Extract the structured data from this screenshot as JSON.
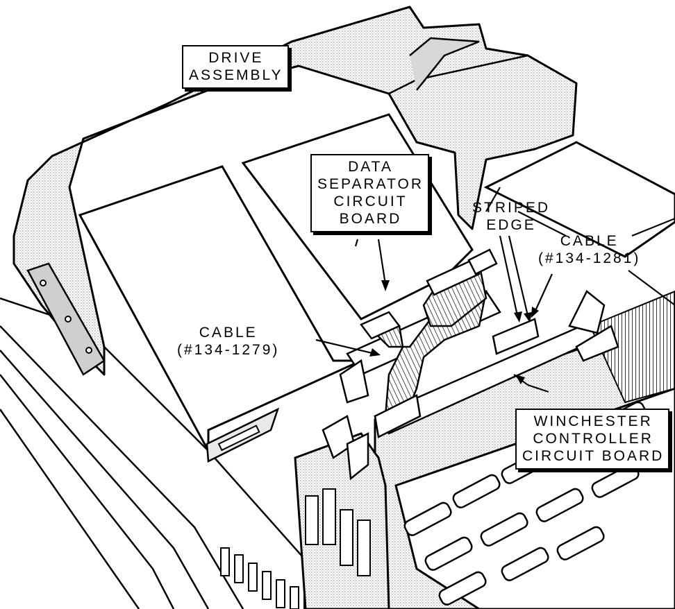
{
  "labels": {
    "drive_assembly": {
      "line1": "DRIVE",
      "line2": "ASSEMBLY"
    },
    "data_separator": {
      "line1": "DATA",
      "line2": "SEPARATOR",
      "line3": "CIRCUIT",
      "line4": "BOARD"
    },
    "striped_edge": {
      "line1": "STRIPED",
      "line2": "EDGE"
    },
    "cable_right": {
      "line1": "CABLE",
      "line2": "(#134-1281)"
    },
    "cable_left": {
      "line1": "CABLE",
      "line2": "(#134-1279)"
    },
    "winchester": {
      "line1": "WINCHESTER",
      "line2": "CONTROLLER",
      "line3": "CIRCUIT BOARD"
    }
  },
  "colors": {
    "ink": "#000000",
    "paper": "#ffffff",
    "stipple": "#b5b5b5"
  }
}
